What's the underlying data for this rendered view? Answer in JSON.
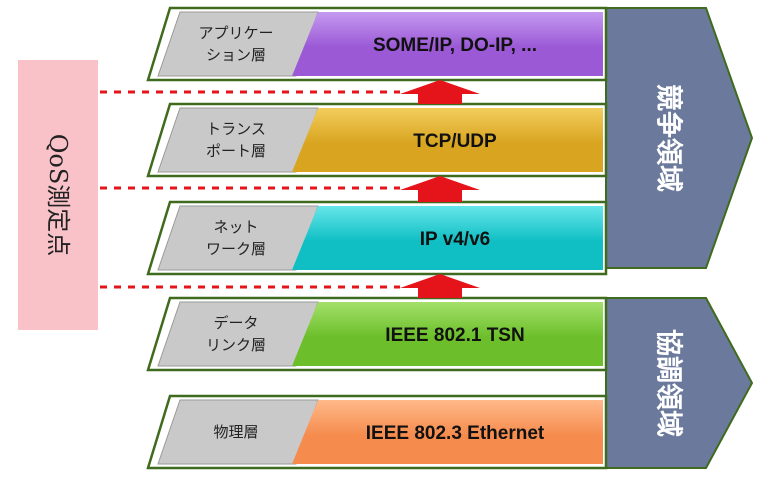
{
  "layers": [
    {
      "label": [
        "アプリケー",
        "ション層"
      ],
      "protocol": "SOME/IP, DO-IP, ...",
      "color": "#9b59d6",
      "color_light": "#c49af0"
    },
    {
      "label": [
        "トランス",
        "ポート層"
      ],
      "protocol": "TCP/UDP",
      "color": "#d9a521",
      "color_light": "#f2cd5c"
    },
    {
      "label": [
        "ネット",
        "ワーク層"
      ],
      "protocol": "IP v4/v6",
      "color": "#0fbfc4",
      "color_light": "#66e6ea"
    },
    {
      "label": [
        "データ",
        "リンク層"
      ],
      "protocol": "IEEE 802.1 TSN",
      "color": "#6cbf2b",
      "color_light": "#a4e06a"
    },
    {
      "label": [
        "物理層"
      ],
      "protocol": "IEEE 802.3 Ethernet",
      "color": "#f58c4e",
      "color_light": "#ffb98a"
    }
  ],
  "domains": [
    {
      "text": "競争領域",
      "color": "#6b7a9c"
    },
    {
      "text": "協調領域",
      "color": "#6b7a9c"
    }
  ],
  "qos": {
    "text": "QoS測定点",
    "color": "#f9c2c8"
  },
  "colors": {
    "border": "#3f6b1e",
    "label_bg": "#c9c9c9",
    "arrow": "#e5141a",
    "dash": "#e5141a"
  }
}
